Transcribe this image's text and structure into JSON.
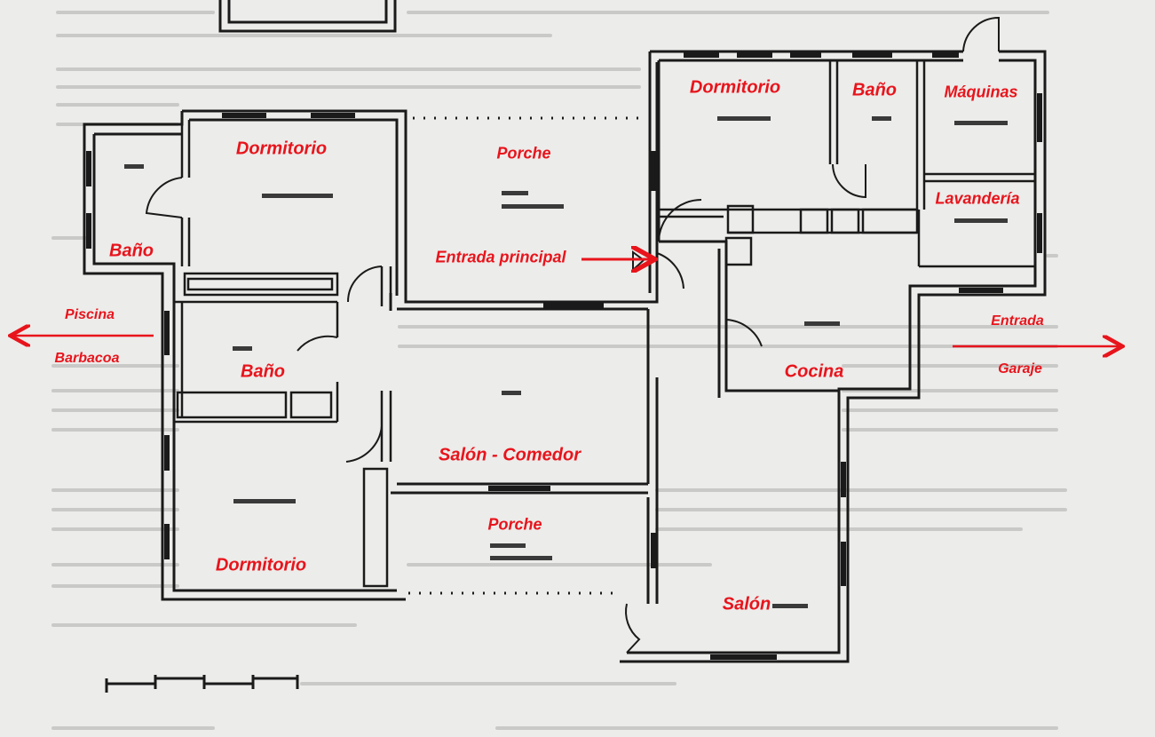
{
  "colors": {
    "label": "#e8141c",
    "wall": "#1a1a1a",
    "paper": "#ececea"
  },
  "labels": {
    "dorm_top": "Dormitorio",
    "porche_top": "Porche",
    "dorm_right": "Dormitorio",
    "bano_right": "Baño",
    "maquinas": "Máquinas",
    "lavanderia": "Lavandería",
    "bano_left_top": "Baño",
    "entrada_principal": "Entrada principal",
    "piscina": "Piscina",
    "barbacoa": "Barbacoa",
    "bano_left_mid": "Baño",
    "cocina": "Cocina",
    "entrada": "Entrada",
    "garaje": "Garaje",
    "salon_comedor": "Salón - Comedor",
    "porche_bottom": "Porche",
    "dorm_bottom": "Dormitorio",
    "salon": "Salón"
  }
}
